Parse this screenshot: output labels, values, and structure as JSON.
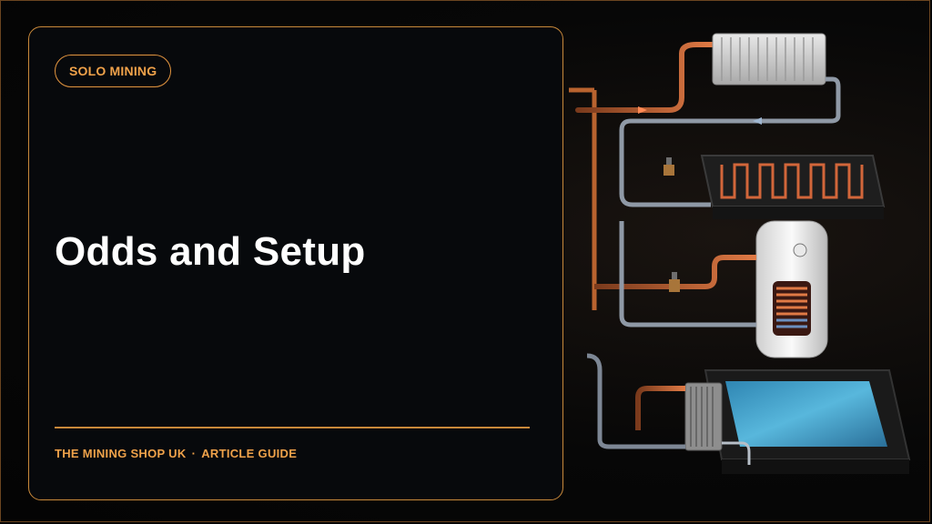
{
  "badge": {
    "label": "SOLO MINING"
  },
  "heading": {
    "title": "Odds and Setup"
  },
  "footer": {
    "brand": "THE MINING SHOP UK",
    "separator": "·",
    "section": "ARTICLE GUIDE"
  },
  "colors": {
    "accent": "#e4963f",
    "background": "#050505",
    "card_border": "#c9893a",
    "hot_pipe": "#d06a3c",
    "cold_pipe": "#8f99a6",
    "pool_water": "#4aa9cf"
  },
  "illustration": {
    "icons": [
      "radiator-icon",
      "underfloor-heating-icon",
      "hot-water-cylinder-icon",
      "pool-heat-exchanger-icon"
    ]
  }
}
